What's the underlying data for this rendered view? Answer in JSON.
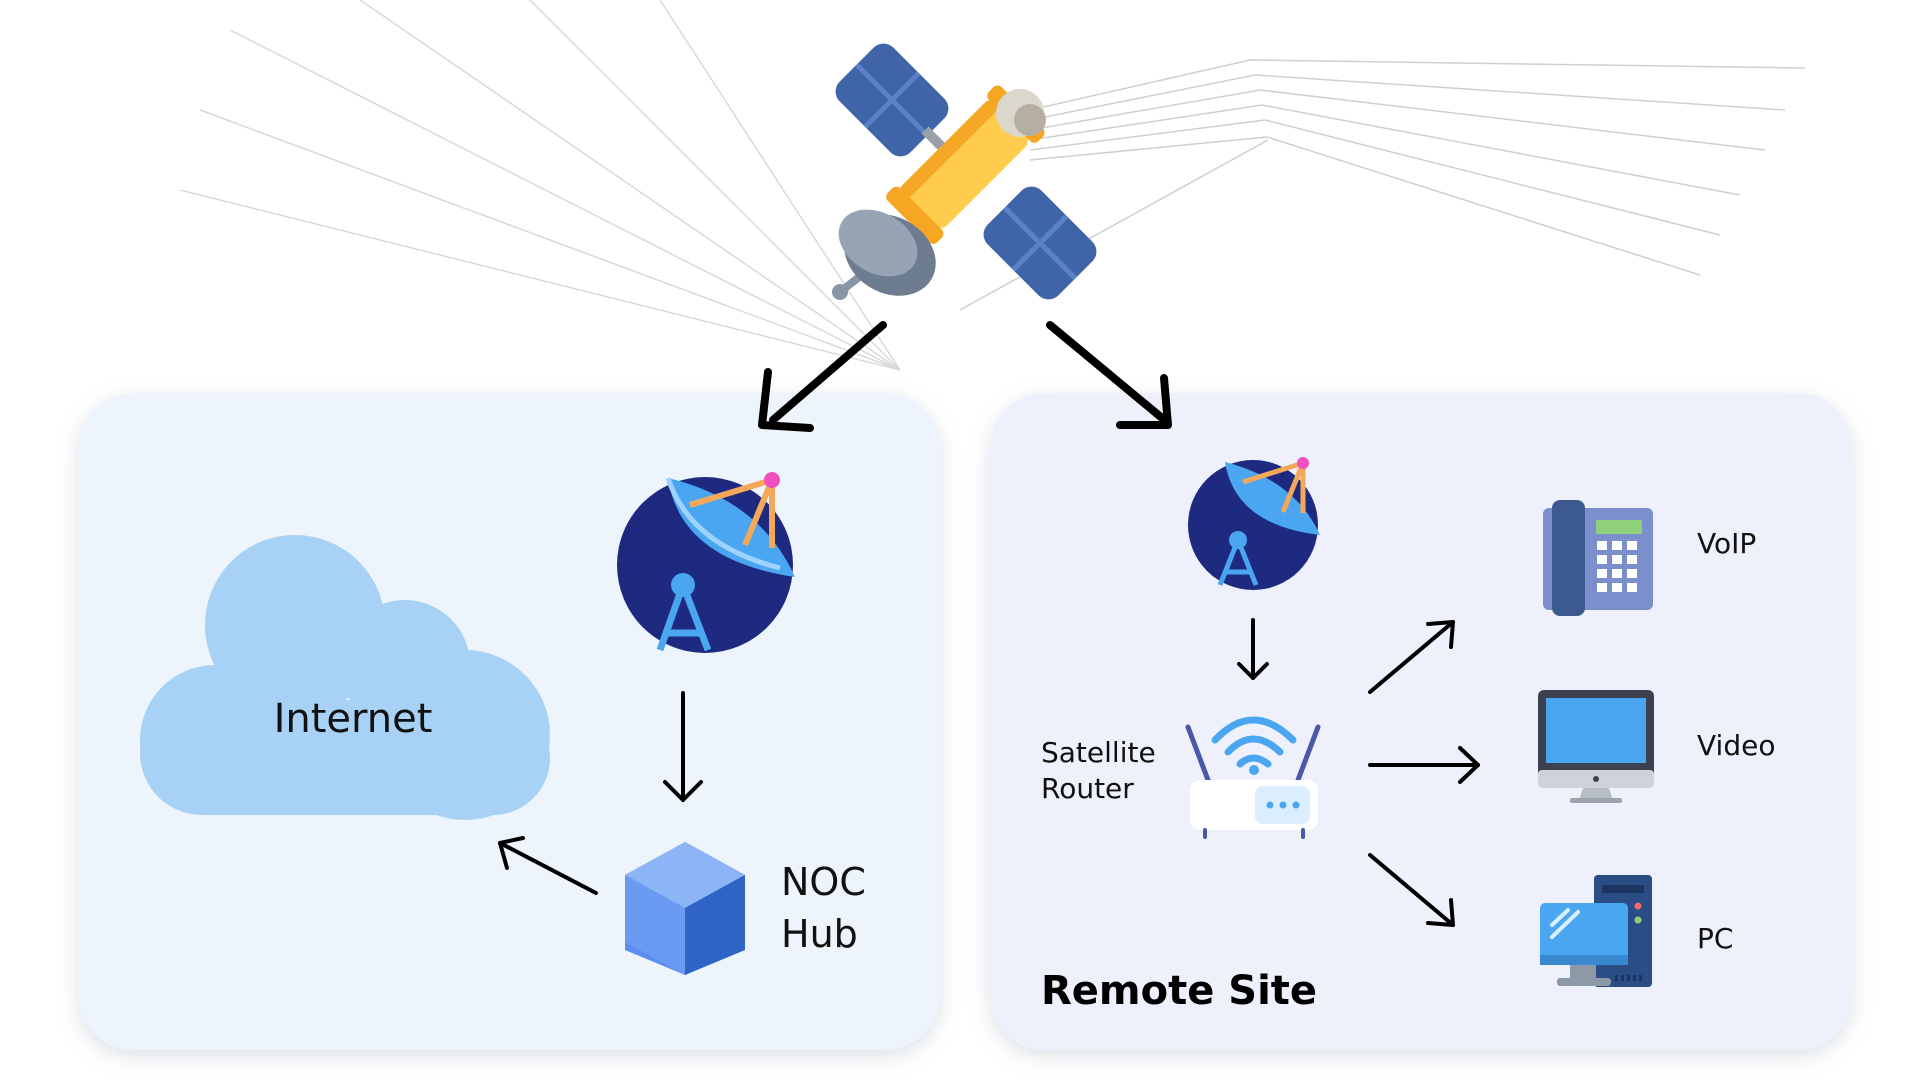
{
  "noc_panel": {
    "cloud_label": "Internet",
    "hub_label_line1": "NOC",
    "hub_label_line2": "Hub"
  },
  "remote_panel": {
    "title": "Remote Site",
    "router_label_line1": "Satellite",
    "router_label_line2": "Router",
    "devices": [
      {
        "label": "VoIP",
        "icon": "desk-phone-icon"
      },
      {
        "label": "Video",
        "icon": "monitor-icon"
      },
      {
        "label": "PC",
        "icon": "desktop-pc-icon"
      }
    ]
  },
  "colors": {
    "noc_panel_bg": "#eef4fb",
    "remote_panel_bg": "#eef1fb",
    "cloud": "#a8d2f5",
    "dish_disc": "#1e2a80",
    "dish_body": "#4aa6f0",
    "hub_cube": "#5b8ef0",
    "satellite_body": "#ffcc4d",
    "solar_panel": "#3f64a8"
  }
}
